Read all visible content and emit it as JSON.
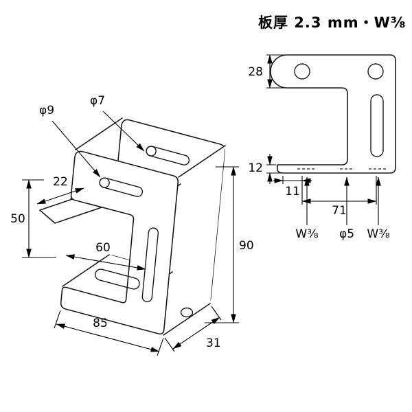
{
  "title": "板厚 2.3 mm・W⅜",
  "side_view": {
    "arm_height": "28",
    "foot_height": "12",
    "edge_offset": "11",
    "hole_span": "71",
    "thread_left": "W⅜",
    "center_hole": "φ5",
    "thread_right": "W⅜"
  },
  "perspective_view": {
    "front_hole": "φ9",
    "rear_hole": "φ7",
    "tab_depth": "22",
    "gap_height": "50",
    "foot_slot": "60",
    "height": "90",
    "width": "85",
    "depth": "31"
  }
}
